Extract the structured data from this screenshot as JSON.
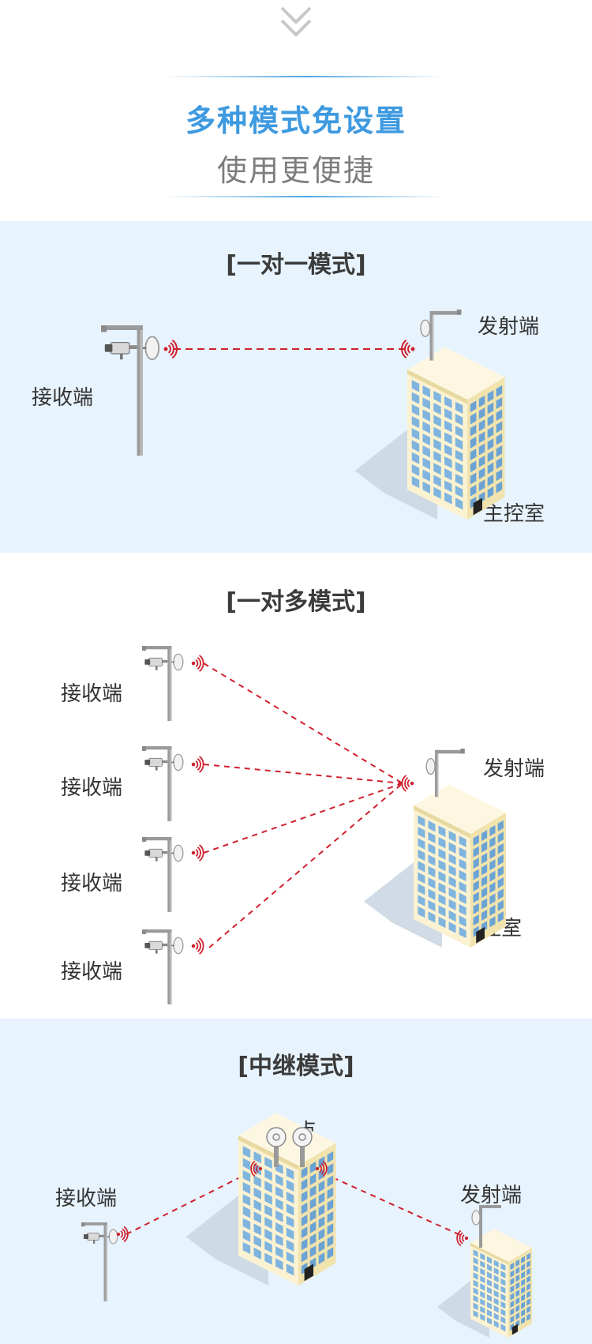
{
  "header": {
    "title_main": "多种模式免设置",
    "title_sub": "使用更便捷"
  },
  "section_one": {
    "title": "[一对一模式]",
    "receiver_label": "接收端",
    "transmitter_label": "发射端",
    "control_room_label": "主控室"
  },
  "section_many": {
    "title": "[一对多模式]",
    "receiver_labels": [
      "接收端",
      "接收端",
      "接收端",
      "接收端"
    ],
    "transmitter_label": "发射端",
    "control_room_label": "主控室"
  },
  "section_relay": {
    "title": "[中继模式]",
    "relay_label": "中继点",
    "receiver_label": "接收端",
    "transmitter_label": "发射端"
  },
  "colors": {
    "accent_blue": "#3e9ae0",
    "signal_red": "#d0202e",
    "section_bg": "#e7f3fd"
  },
  "icons": [
    "chevron-down-icon",
    "camera-pole-icon",
    "building-icon",
    "wifi-signal-icon"
  ]
}
